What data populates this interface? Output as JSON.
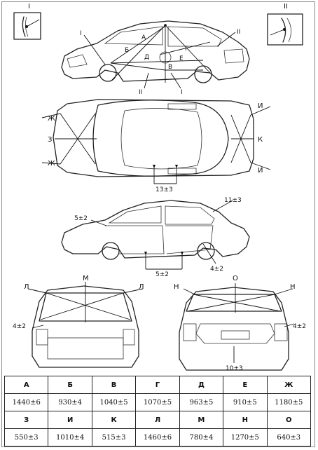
{
  "view_markers": {
    "left": "I",
    "right": "II"
  },
  "side_view": {
    "point_labels": [
      "I",
      "Б",
      "А",
      "II",
      "Д",
      "Е",
      "Г",
      "В"
    ],
    "section_marks": [
      "II",
      "I"
    ]
  },
  "top_view": {
    "labels_left": [
      "Ж",
      "З",
      "Ж"
    ],
    "labels_right": [
      "И",
      "К",
      "И"
    ],
    "dimension": "13±3"
  },
  "side_view_2": {
    "dim_door_front": "5±2",
    "dim_roof_rear": "11±3",
    "dim_sill": "5±2",
    "dim_door_rear": "4±2"
  },
  "rear_view_left": {
    "label_left": "Л",
    "label_top": "М",
    "label_right": "Л",
    "dim": "4±2"
  },
  "rear_view_right": {
    "label_left": "Н",
    "label_top": "О",
    "label_right": "Н",
    "dim_side": "4±2",
    "dim_bottom": "10±3"
  },
  "table": {
    "rows": [
      {
        "headers": [
          "А",
          "Б",
          "В",
          "Г",
          "Д",
          "Е",
          "Ж"
        ],
        "values": [
          "1440±6",
          "930±4",
          "1040±5",
          "1070±5",
          "963±5",
          "910±5",
          "1180±5"
        ]
      },
      {
        "headers": [
          "З",
          "И",
          "К",
          "Л",
          "М",
          "Н",
          "О"
        ],
        "values": [
          "550±3",
          "1010±4",
          "515±3",
          "1460±6",
          "780±4",
          "1270±5",
          "640±3"
        ]
      }
    ]
  }
}
